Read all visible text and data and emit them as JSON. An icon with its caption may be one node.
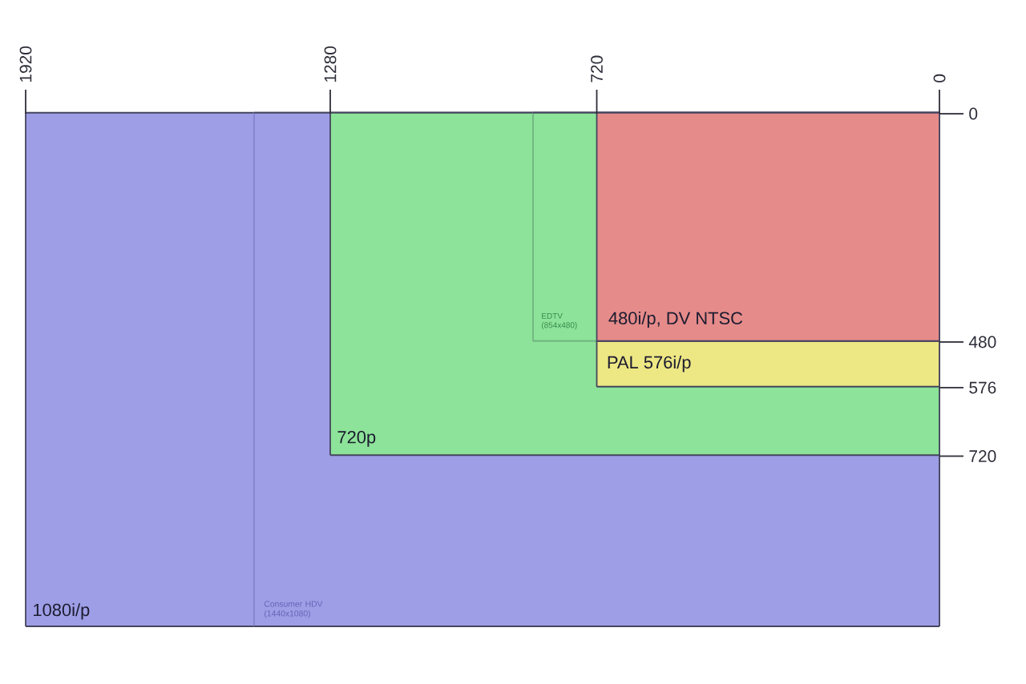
{
  "diagram": {
    "nodes": [
      {
        "text": [
          "1080i/p"
        ]
      },
      {
        "text": [
          "Consumer HDV (1440x1080)"
        ],
        "in": 0
      },
      {
        "text": [
          "720p"
        ],
        "in": 1
      },
      {
        "text": [
          "EDTV (854x480)"
        ],
        "in": 2
      },
      {
        "text": [
          "480i/p, DV NTSC"
        ],
        "in": 3
      },
      {
        "text": [
          "PAL 576i/p"
        ],
        "in": 2
      }
    ],
    "labels": [
      "1920",
      "1280",
      "720",
      "0",
      "0",
      "480",
      "576",
      "720"
    ]
  }
}
